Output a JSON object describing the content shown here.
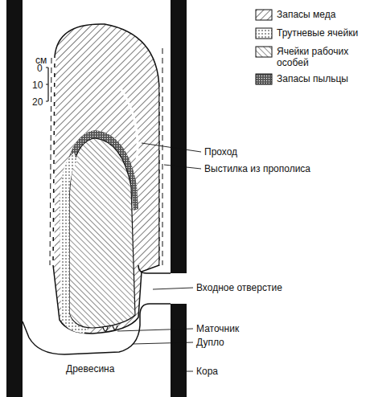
{
  "diagram": {
    "labels": [
      "см",
      "0",
      "10",
      "20",
      "Проход",
      "Выстилка из прополиса",
      "Входное отверстие",
      "Маточник",
      "Дупло",
      "Древесина",
      "Кора"
    ],
    "legend": [
      {
        "text": "Запасы меда"
      },
      {
        "text": "Трутневые ячейки"
      },
      {
        "text": "Ячейки рабочих особей"
      },
      {
        "text": "Запасы пыльцы"
      }
    ]
  }
}
